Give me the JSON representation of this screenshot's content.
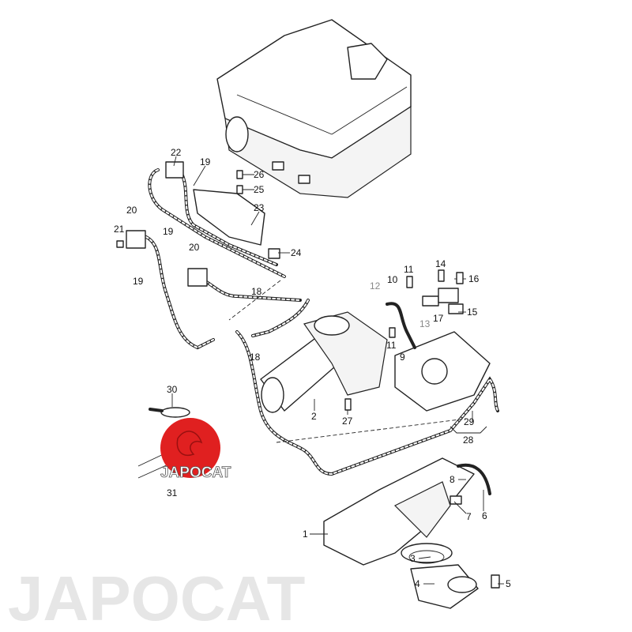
{
  "diagram": {
    "title": "EGR / vacuum hose parts diagram",
    "watermark": "JAPOCAT",
    "logo": {
      "text": "JAPOCAT",
      "color": "#e02020"
    },
    "callouts": [
      {
        "id": "c22",
        "label": "22"
      },
      {
        "id": "c19a",
        "label": "19"
      },
      {
        "id": "c26",
        "label": "26"
      },
      {
        "id": "c25",
        "label": "25"
      },
      {
        "id": "c23",
        "label": "23"
      },
      {
        "id": "c20a",
        "label": "20"
      },
      {
        "id": "c21",
        "label": "21"
      },
      {
        "id": "c19b",
        "label": "19"
      },
      {
        "id": "c20b",
        "label": "20"
      },
      {
        "id": "c24",
        "label": "24"
      },
      {
        "id": "c19c",
        "label": "19"
      },
      {
        "id": "c18a",
        "label": "18"
      },
      {
        "id": "c11a",
        "label": "11"
      },
      {
        "id": "c10",
        "label": "10"
      },
      {
        "id": "c12",
        "label": "12"
      },
      {
        "id": "c14",
        "label": "14"
      },
      {
        "id": "c16",
        "label": "16"
      },
      {
        "id": "c17",
        "label": "17"
      },
      {
        "id": "c13",
        "label": "13"
      },
      {
        "id": "c15",
        "label": "15"
      },
      {
        "id": "c11b",
        "label": "11"
      },
      {
        "id": "c9",
        "label": "9"
      },
      {
        "id": "c18b",
        "label": "18"
      },
      {
        "id": "c30",
        "label": "30"
      },
      {
        "id": "c2",
        "label": "2"
      },
      {
        "id": "c27",
        "label": "27"
      },
      {
        "id": "c29",
        "label": "29"
      },
      {
        "id": "c28",
        "label": "28"
      },
      {
        "id": "c31",
        "label": "31"
      },
      {
        "id": "c8",
        "label": "8"
      },
      {
        "id": "c7",
        "label": "7"
      },
      {
        "id": "c6",
        "label": "6"
      },
      {
        "id": "c1",
        "label": "1"
      },
      {
        "id": "c3",
        "label": "3"
      },
      {
        "id": "c4",
        "label": "4"
      },
      {
        "id": "c5",
        "label": "5"
      }
    ]
  }
}
